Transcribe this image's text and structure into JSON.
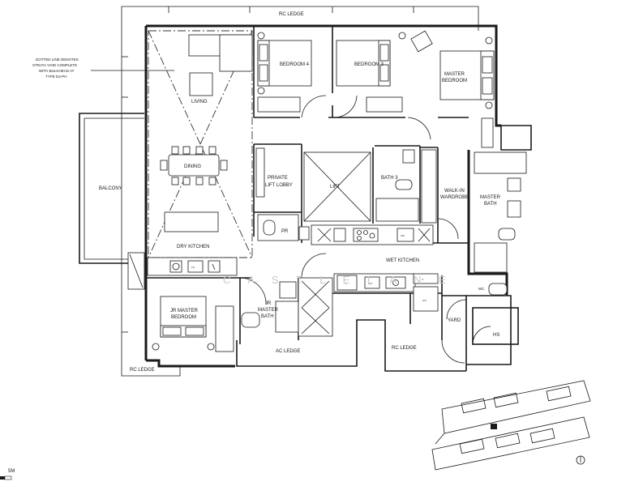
{
  "rooms": {
    "rc_ledge_top": "RC LEDGE",
    "living": "LIVING",
    "dining": "DINING",
    "dry_kitchen": "DRY KITCHEN",
    "balcony": "BALCONY",
    "bedroom4": "BEDROOM 4",
    "bedroom3": "BEDROOM 3",
    "master_bedroom_l1": "MASTER",
    "master_bedroom_l2": "BEDROOM",
    "private_lift_lobby_l1": "PRIVATE",
    "private_lift_lobby_l2": "LIFT LOBBY",
    "lift": "LIFT",
    "bath3": "BATH 3",
    "walk_in_l1": "WALK-IN",
    "walk_in_l2": "WARDROBE",
    "master_bath_l1": "MASTER",
    "master_bath_l2": "BATH",
    "pr": "PR",
    "wet_kitchen": "WET KITCHEN",
    "jr_master_bedroom_l1": "JR MASTER",
    "jr_master_bedroom_l2": "BEDROOM",
    "jr_master_bath_l1": "JR",
    "jr_master_bath_l2": "MASTER",
    "jr_master_bath_l3": "BATH",
    "ac_ledge": "AC LEDGE",
    "rc_ledge_bottom_left": "RC LEDGE",
    "rc_ledge_bottom_right": "RC LEDGE",
    "yard": "YARD",
    "hs": "HS",
    "wc": "WC",
    "ws": "WS"
  },
  "appliances": {
    "fridge_dry": "FR",
    "fridge_wet": "F",
    "dishwasher": "DW",
    "washer_dryer": "WD",
    "oven": "O"
  },
  "annotation": {
    "line1": "DOTTED LINE DENOTES",
    "line2": "STRATA VOID COMPLETE",
    "line3": "WITH BULKHEAD AT",
    "line4": "TYPE D4-PH"
  },
  "scale": {
    "label": "5M"
  },
  "watermark": "C A S T L E   L A N E"
}
